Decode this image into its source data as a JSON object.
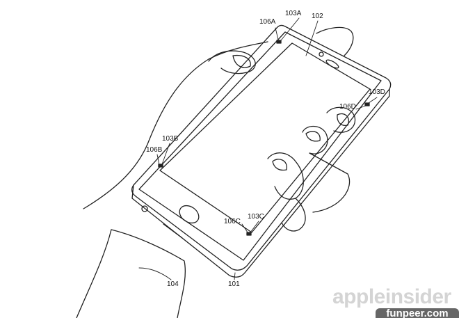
{
  "figure": {
    "labels": {
      "l106A": "106A",
      "l103A": "103A",
      "l102": "102",
      "l103D": "103D",
      "l106D": "106D",
      "l103B": "103B",
      "l106B": "106B",
      "l106C": "106C",
      "l103C": "103C",
      "l104": "104",
      "l101": "101"
    }
  },
  "watermark": {
    "brand": "appleinsider",
    "site": "funpeer.com"
  }
}
